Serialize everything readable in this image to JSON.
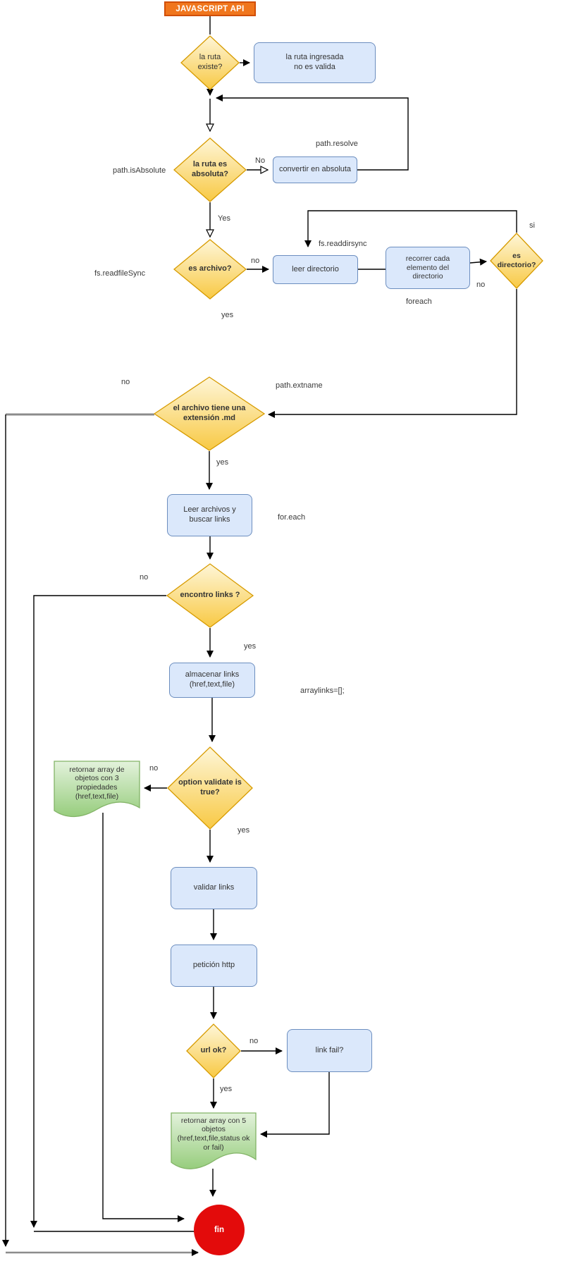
{
  "colors": {
    "banner_orange": "#f0761d",
    "banner_border": "#d14e06",
    "process_blue_fill": "#dbe8fb",
    "process_blue_border": "#6c8ebf",
    "decision_yellow_top": "#fef6d8",
    "decision_yellow_bottom": "#f8c944",
    "decision_border": "#d79b00",
    "document_green_top": "#e3f2dc",
    "document_green_bottom": "#97cd7d",
    "document_border": "#82b366",
    "end_red": "#e30b0b",
    "line_black": "#000000",
    "line_gray": "#8c8c8c"
  },
  "title": {
    "label": "JAVASCRIPT API"
  },
  "nodes": {
    "ruta_existe": {
      "label": "la ruta\nexiste?"
    },
    "ruta_no_valida": {
      "label": "la ruta ingresada\nno es valida"
    },
    "ruta_absoluta": {
      "label": "la ruta es\nabsoluta?"
    },
    "convertir_absoluta": {
      "label": "convertir en absoluta"
    },
    "es_archivo": {
      "label": "es archivo?"
    },
    "leer_directorio": {
      "label": "leer directorio"
    },
    "recorrer_directorio": {
      "label": "recorrer cada\nelemento del\ndirectorio"
    },
    "es_directorio": {
      "label": "es\ndirectorio?"
    },
    "extension_md": {
      "label": "el archivo tiene una\nextensión .md"
    },
    "leer_archivos": {
      "label": "Leer archivos y\nbuscar links"
    },
    "encontro_links": {
      "label": "encontro links ?"
    },
    "almacenar_links": {
      "label": "almacenar links\n(href,text,file)"
    },
    "option_validate": {
      "label": "option validate is\ntrue?"
    },
    "retornar_3": {
      "label": "retornar array de\nobjetos con 3\npropiedades\n(href,text,file)"
    },
    "validar_links": {
      "label": "validar links"
    },
    "peticion_http": {
      "label": "petición http"
    },
    "url_ok": {
      "label": "url ok?"
    },
    "link_fail": {
      "label": "link fail?"
    },
    "retornar_5": {
      "label": "retornar array con 5\nobjetos\n(href,text,file,status ok\nor fail)"
    },
    "fin": {
      "label": "fin"
    }
  },
  "edge_labels": {
    "path_isabsolute": "path.isAbsolute",
    "no_absoluta": "No",
    "path_resolve": "path.resolve",
    "yes_absoluta": "Yes",
    "fs_readfilesync": "fs.readfileSync",
    "no_archivo": "no",
    "fs_readdirsync": "fs.readdirsync",
    "si_directorio": "si",
    "foreach": "foreach",
    "no_directorio": "no",
    "yes_archivo": "yes",
    "no_extension": "no",
    "path_extname": "path.extname",
    "yes_extension": "yes",
    "for_each": "for.each",
    "no_links": "no",
    "yes_links": "yes",
    "arraylinks": "arraylinks=[];",
    "no_validate": "no",
    "yes_validate": "yes",
    "no_url": "no",
    "yes_url": "yes"
  }
}
